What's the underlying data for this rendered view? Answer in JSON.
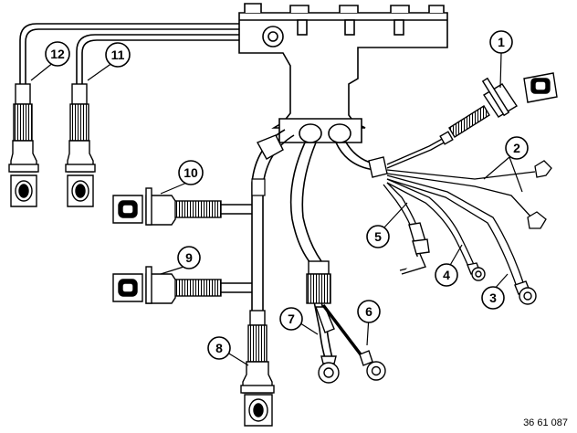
{
  "callouts": [
    {
      "id": "c1",
      "label": "1"
    },
    {
      "id": "c2",
      "label": "2"
    },
    {
      "id": "c3",
      "label": "3"
    },
    {
      "id": "c4",
      "label": "4"
    },
    {
      "id": "c5",
      "label": "5"
    },
    {
      "id": "c6",
      "label": "6"
    },
    {
      "id": "c7",
      "label": "7"
    },
    {
      "id": "c8",
      "label": "8"
    },
    {
      "id": "c9",
      "label": "9"
    },
    {
      "id": "c10",
      "label": "10"
    },
    {
      "id": "c11",
      "label": "11"
    },
    {
      "id": "c12",
      "label": "12"
    }
  ],
  "reference_code": "36 61 087"
}
